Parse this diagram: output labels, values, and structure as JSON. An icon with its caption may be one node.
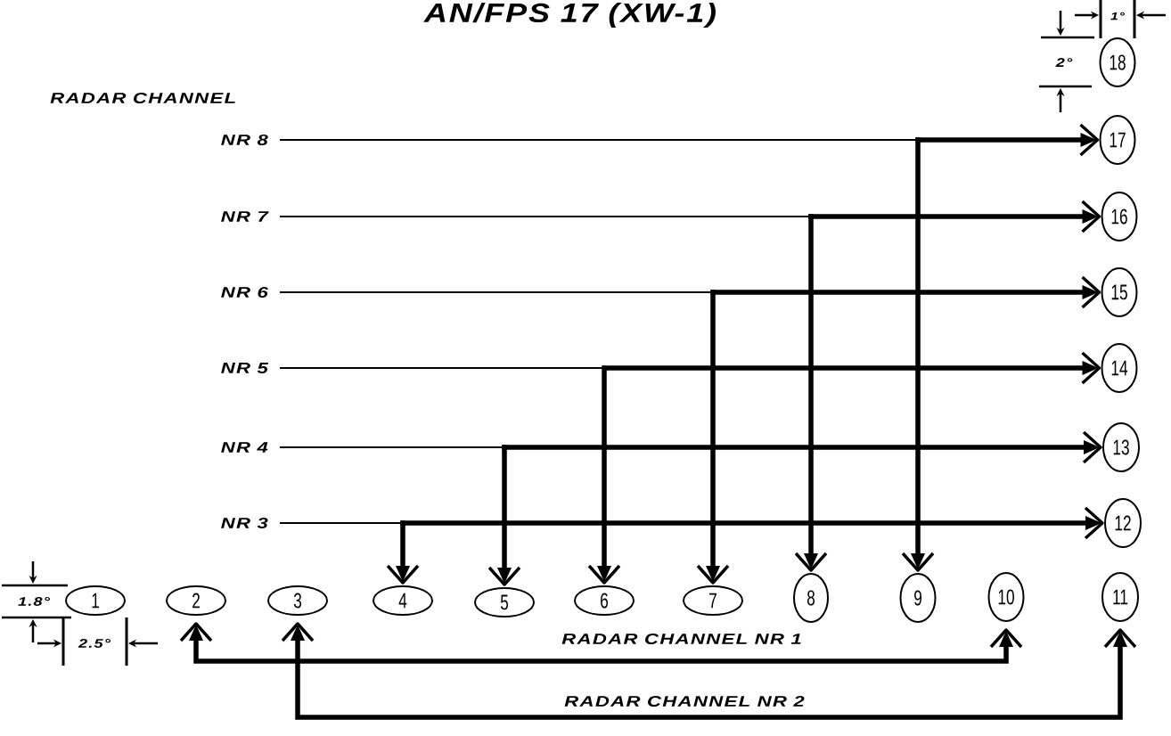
{
  "diagram": {
    "title": "AN/FPS 17 (XW-1)",
    "nodes": [
      {
        "text": [
          "18"
        ]
      },
      {
        "text": [
          "NR 8"
        ]
      },
      {
        "text": [
          "17"
        ]
      },
      {
        "text": [
          "NR 7"
        ]
      },
      {
        "text": [
          "16"
        ]
      },
      {
        "text": [
          "NR 6"
        ]
      },
      {
        "text": [
          "15"
        ]
      },
      {
        "text": [
          "NR 5"
        ]
      },
      {
        "text": [
          "14"
        ]
      },
      {
        "text": [
          "NR 4"
        ]
      },
      {
        "text": [
          "13"
        ]
      },
      {
        "text": [
          "NR 3"
        ]
      },
      {
        "text": [
          "12"
        ]
      },
      {
        "text": [
          "1"
        ]
      },
      {
        "text": [
          "2"
        ]
      },
      {
        "text": [
          "3"
        ]
      },
      {
        "text": [
          "4"
        ]
      },
      {
        "text": [
          "5"
        ]
      },
      {
        "text": [
          "6"
        ]
      },
      {
        "text": [
          "7"
        ]
      },
      {
        "text": [
          "8"
        ]
      },
      {
        "text": [
          "9"
        ]
      },
      {
        "text": [
          "10"
        ]
      },
      {
        "text": [
          "11"
        ]
      }
    ],
    "edges": [
      {
        "from": 1,
        "to": 2,
        "arrow": "to"
      },
      {
        "from": 1,
        "to": 21,
        "arrow": "to"
      },
      {
        "from": 3,
        "to": 4,
        "arrow": "to"
      },
      {
        "from": 3,
        "to": 20,
        "arrow": "to"
      },
      {
        "from": 5,
        "to": 6,
        "arrow": "to"
      },
      {
        "from": 5,
        "to": 19,
        "arrow": "to"
      },
      {
        "from": 7,
        "to": 8,
        "arrow": "to"
      },
      {
        "from": 7,
        "to": 18,
        "arrow": "to"
      },
      {
        "from": 9,
        "to": 10,
        "arrow": "to"
      },
      {
        "from": 9,
        "to": 17,
        "arrow": "to"
      },
      {
        "from": 11,
        "to": 12,
        "arrow": "to"
      },
      {
        "from": 11,
        "to": 16,
        "arrow": "to"
      },
      {
        "from": 14,
        "to": 22,
        "arrow": "both",
        "label": "RADAR CHANNEL NR 1"
      },
      {
        "from": 15,
        "to": 23,
        "arrow": "both",
        "label": "RADAR CHANNEL NR 2"
      }
    ],
    "labels": [
      "1°",
      "2°",
      "RADAR CHANNEL",
      "1.8°",
      "2.5°"
    ]
  }
}
